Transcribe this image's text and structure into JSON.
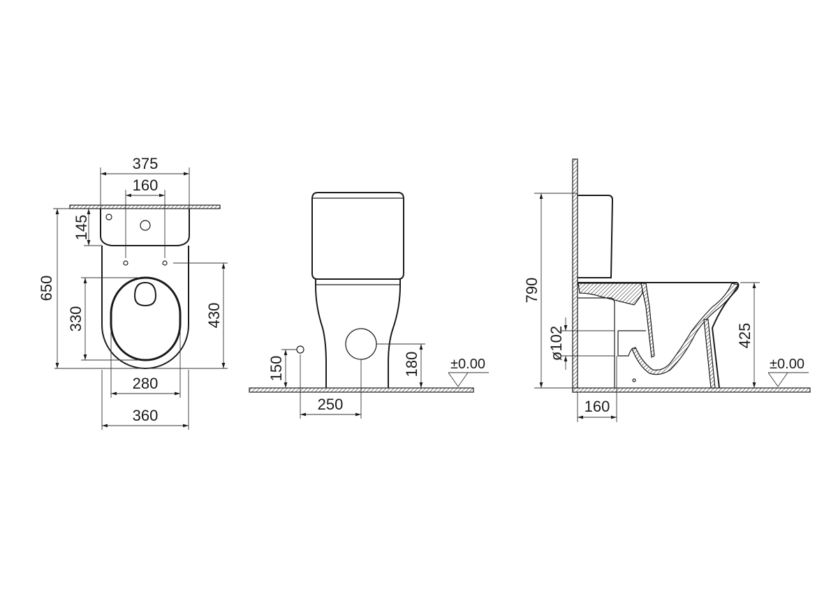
{
  "top_view": {
    "dim_total_width": "375",
    "dim_hole_spacing": "160",
    "dim_cistern_depth": "145",
    "dim_total_length": "650",
    "dim_seat_length": "330",
    "dim_hole_to_front": "430",
    "dim_seat_width": "280",
    "dim_bowl_width": "360"
  },
  "front_view": {
    "dim_water_inlet_height": "150",
    "dim_outlet_height": "180",
    "dim_inlet_offset": "250",
    "floor_level": "±0.00"
  },
  "side_view": {
    "dim_total_height": "790",
    "dim_outlet_diameter": "ø102",
    "dim_seat_height": "425",
    "dim_outlet_from_wall": "160",
    "floor_level": "±0.00"
  }
}
